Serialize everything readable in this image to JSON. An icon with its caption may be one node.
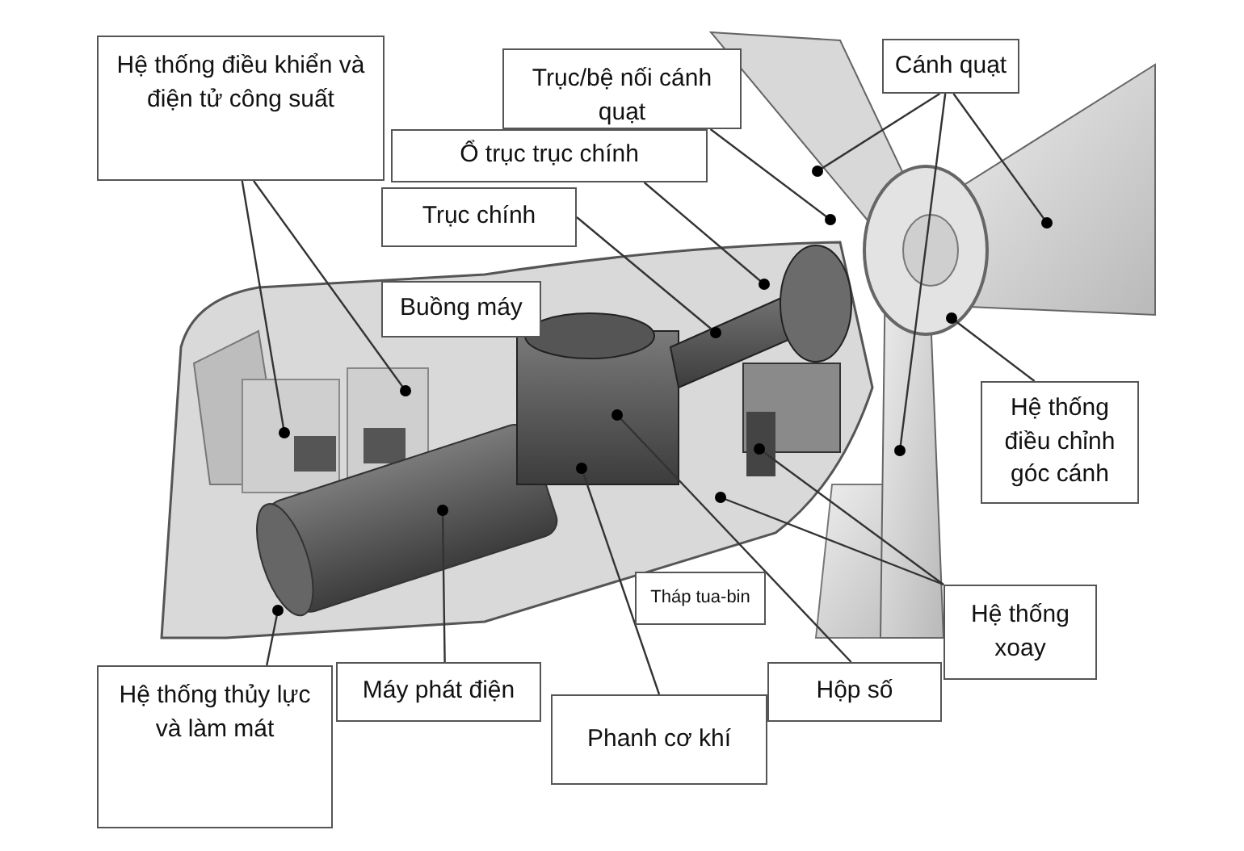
{
  "diagram": {
    "nodes": [
      {
        "text": [
          "Hệ thống điều khiển và điện tử công suất"
        ]
      },
      {
        "text": [
          "Trục/bệ nối cánh quạt"
        ]
      },
      {
        "text": [
          "Cánh quạt"
        ]
      },
      {
        "text": [
          "Ổ trục trục chính"
        ]
      },
      {
        "text": [
          "Trục chính"
        ]
      },
      {
        "text": [
          "Buồng máy"
        ]
      },
      {
        "text": [
          "Hệ thống điều chỉnh góc cánh"
        ]
      },
      {
        "text": [
          "Tháp tua-bin"
        ]
      },
      {
        "text": [
          "Hệ thống xoay"
        ]
      },
      {
        "text": [
          "Máy phát điện"
        ]
      },
      {
        "text": [
          "Hộp số"
        ]
      },
      {
        "text": [
          "Phanh cơ khí"
        ]
      },
      {
        "text": [
          "Hệ thống thủy lực và làm mát"
        ]
      }
    ],
    "edges": [
      {
        "from": 0,
        "to": null,
        "arrow": "other"
      },
      {
        "from": 0,
        "to": null,
        "arrow": "other"
      },
      {
        "from": 1,
        "to": null,
        "arrow": "other"
      },
      {
        "from": 2,
        "to": null,
        "arrow": "other"
      },
      {
        "from": 2,
        "to": null,
        "arrow": "other"
      },
      {
        "from": 2,
        "to": null,
        "arrow": "other"
      },
      {
        "from": 3,
        "to": null,
        "arrow": "other"
      },
      {
        "from": 4,
        "to": null,
        "arrow": "other"
      },
      {
        "from": 6,
        "to": null,
        "arrow": "other"
      },
      {
        "from": 8,
        "to": null,
        "arrow": "other"
      },
      {
        "from": 8,
        "to": null,
        "arrow": "other"
      },
      {
        "from": 9,
        "to": null,
        "arrow": "other"
      },
      {
        "from": 10,
        "to": null,
        "arrow": "other"
      },
      {
        "from": 11,
        "to": null,
        "arrow": "other"
      },
      {
        "from": 12,
        "to": null,
        "arrow": "other"
      }
    ]
  }
}
